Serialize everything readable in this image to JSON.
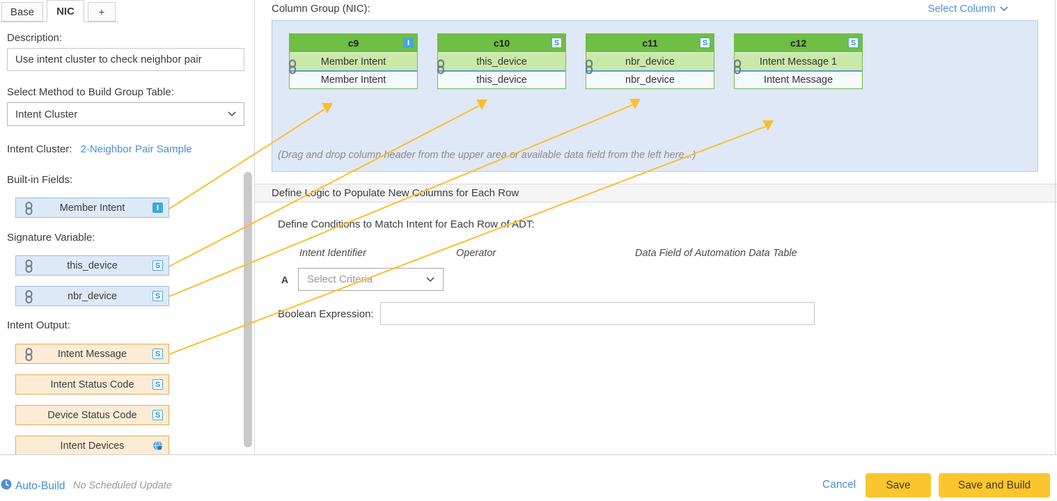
{
  "tabs": {
    "base": "Base",
    "nic": "NIC",
    "add": "+"
  },
  "left_panel": {
    "description_label": "Description:",
    "description_value": "Use intent cluster to check neighbor pair",
    "method_label": "Select Method to Build Group Table:",
    "method_value": "Intent Cluster",
    "intent_cluster_label": "Intent Cluster:",
    "intent_cluster_link": "2-Neighbor Pair Sample",
    "section_labels": {
      "builtin": "Built-in Fields:",
      "signature": "Signature Variable:",
      "output": "Intent Output:"
    },
    "chips": [
      {
        "text": "Member Intent",
        "badge": "I"
      },
      {
        "text": "this_device",
        "badge": "S"
      },
      {
        "text": "nbr_device",
        "badge": "S"
      },
      {
        "text": "Intent Message",
        "badge": "S"
      },
      {
        "text": "Intent Status Code",
        "badge": "S"
      },
      {
        "text": "Device Status Code",
        "badge": "S"
      },
      {
        "text": "Intent Devices",
        "badge": "globe-icon"
      }
    ]
  },
  "column_group": {
    "title": "Column Group (NIC):",
    "select_column_label": "Select Column",
    "cards": [
      {
        "id": "c9",
        "badge": "I",
        "row1": "Member Intent",
        "row2": "Member Intent"
      },
      {
        "id": "c10",
        "badge": "S",
        "row1": "this_device",
        "row2": "this_device"
      },
      {
        "id": "c11",
        "badge": "S",
        "row1": "nbr_device",
        "row2": "nbr_device"
      },
      {
        "id": "c12",
        "badge": "S",
        "row1": "Intent Message 1",
        "row2": "Intent Message"
      }
    ],
    "drop_hint": "(Drag and drop column header from the upper area or available data field from the left here...)"
  },
  "logic": {
    "section_title": "Define Logic to Populate New Columns for Each Row",
    "conditions_label": "Define Conditions to Match Intent for Each Row of ADT:",
    "headers": {
      "identifier": "Intent Identifier",
      "operator": "Operator",
      "data_field": "Data Field of Automation Data Table"
    },
    "row_label": "A",
    "criteria_placeholder": "Select Criteria",
    "boolean_label": "Boolean Expression:",
    "boolean_value": ""
  },
  "footer": {
    "auto_build": "Auto-Build",
    "schedule_status": "No Scheduled Update",
    "cancel": "Cancel",
    "save": "Save",
    "save_and_build": "Save and Build"
  },
  "colors": {
    "accent_yellow": "#FBBE2D",
    "button_yellow": "#FCC62F",
    "link_blue": "#4A90D2",
    "card_green": "#6FBE45",
    "card_light_green": "#C9E9A9",
    "chip_blue_bg": "#DDE9F7",
    "chip_orange_bg": "#FCECD6",
    "panel_blue_bg": "#DFE8F6",
    "badge_blue": "#41A8DC"
  }
}
